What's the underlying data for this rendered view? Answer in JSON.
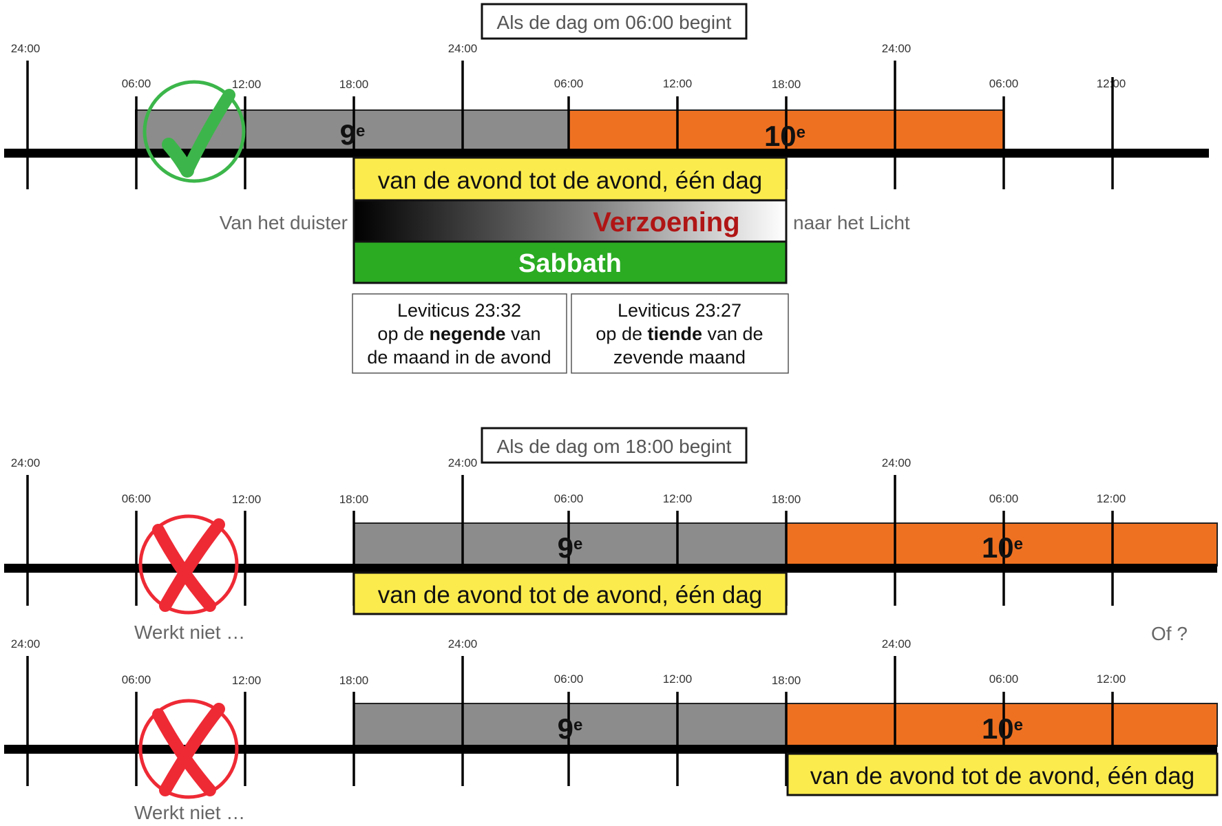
{
  "scenarios": [
    {
      "header": "Als de dag om 06:00 begint",
      "ticks": [
        "24:00",
        "06:00",
        "12:00",
        "18:00",
        "24:00",
        "06:00",
        "12:00",
        "18:00",
        "24:00",
        "06:00",
        "12:00"
      ],
      "day9": {
        "num": "9",
        "sup": "e"
      },
      "day10": {
        "num": "10",
        "sup": "e"
      },
      "yellow": "van de avond tot de avond, één dag",
      "verdict": "check",
      "verdict_color": "#3cb64a"
    },
    {
      "header": "Als de dag om 18:00 begint",
      "ticks": [
        "24:00",
        "06:00",
        "12:00",
        "18:00",
        "24:00",
        "06:00",
        "12:00",
        "18:00",
        "24:00",
        "06:00",
        "12:00"
      ],
      "day9": {
        "num": "9",
        "sup": "e"
      },
      "day10": {
        "num": "10",
        "sup": "e"
      },
      "yellow": "van de avond tot de avond, één dag",
      "verdict": "cross",
      "verdict_color": "#ee2a35",
      "note": "Werkt niet …"
    },
    {
      "ticks": [
        "24:00",
        "06:00",
        "12:00",
        "18:00",
        "24:00",
        "06:00",
        "12:00",
        "18:00",
        "24:00",
        "06:00",
        "12:00"
      ],
      "day9": {
        "num": "9",
        "sup": "e"
      },
      "day10": {
        "num": "10",
        "sup": "e"
      },
      "yellow": "van de avond tot de avond, één dag",
      "verdict": "cross",
      "verdict_color": "#ee2a35",
      "note": "Werkt niet …"
    }
  ],
  "gradient_band": {
    "left": "Van het duister",
    "center": "Verzoening",
    "right": "naar het Licht"
  },
  "sabbath": "Sabbath",
  "references": [
    {
      "title": "Leviticus 23:32",
      "pre": "op de ",
      "bold": "negende",
      "post": " van",
      "line3": "de maand in de avond"
    },
    {
      "title": "Leviticus 23:27",
      "pre": "op de ",
      "bold": "tiende",
      "post": " van de",
      "line3": "zevende maand"
    }
  ],
  "question": "Of ?",
  "colors": {
    "gray_bar": "#8c8c8c",
    "orange_bar": "#ee7122",
    "yellow_bar": "#fbeb4d",
    "green_bar": "#2aab22",
    "timeline": "#000000"
  }
}
